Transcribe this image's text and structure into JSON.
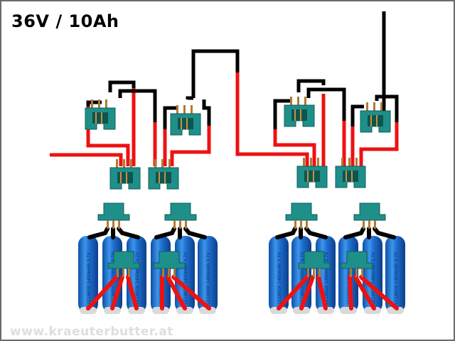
{
  "title": "36V  /  10Ah",
  "footer": "www.kraeuterbutter.at",
  "colors": {
    "positive_wire": "#ee1111",
    "negative_wire": "#000000",
    "connector": "#1f8f8a",
    "cell": "#1f6fd0"
  },
  "cell_label": "LC18650 1400mAh 3.7V",
  "groups": [
    {
      "name": "left",
      "cells": 6
    },
    {
      "name": "right",
      "cells": 6
    }
  ]
}
